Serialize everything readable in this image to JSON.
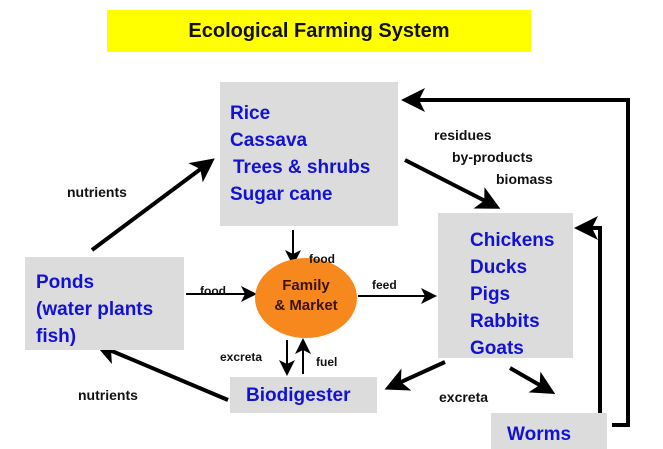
{
  "title": "Ecological Farming System",
  "colors": {
    "title_bg": "#ffff00",
    "node_bg": "#dcdcdc",
    "node_text": "#1212d4",
    "center_fill": "#f7881e"
  },
  "nodes": {
    "crops": [
      "Rice",
      "Cassava",
      "Trees & shrubs",
      "Sugar cane"
    ],
    "ponds": [
      "Ponds",
      "(water plants",
      "fish)"
    ],
    "center": [
      "Family",
      "& Market"
    ],
    "animals": [
      "Chickens",
      "Ducks",
      "Pigs",
      "Rabbits",
      "Goats"
    ],
    "biodigester": "Biodigester",
    "worms": "Worms"
  },
  "edge_labels": {
    "ponds_to_crops": "nutrients",
    "crops_to_animals": [
      "residues",
      "by-products",
      "biomass"
    ],
    "crops_to_center": "food",
    "ponds_to_center": "food",
    "center_to_animals": "feed",
    "center_to_biodigester": "excreta",
    "biodigester_to_center": "fuel",
    "animals_to_outputs": "excreta",
    "biodigester_to_ponds": "nutrients"
  }
}
